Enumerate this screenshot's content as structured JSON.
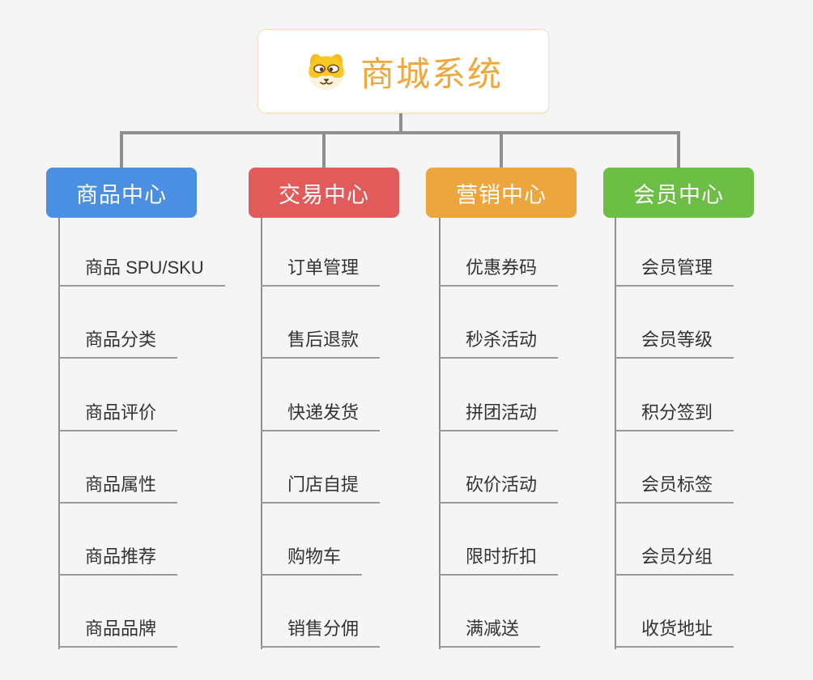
{
  "root": {
    "title": "商城系统",
    "icon": "dog-face-icon",
    "title_color": "#F0A73C",
    "border_color": "#F2C77E"
  },
  "branches": [
    {
      "label": "商品中心",
      "color": "#4B8FE2",
      "items": [
        "商品 SPU/SKU",
        "商品分类",
        "商品评价",
        "商品属性",
        "商品推荐",
        "商品品牌"
      ]
    },
    {
      "label": "交易中心",
      "color": "#E25B5B",
      "items": [
        "订单管理",
        "售后退款",
        "快递发货",
        "门店自提",
        "购物车",
        "销售分佣"
      ]
    },
    {
      "label": "营销中心",
      "color": "#EDA63D",
      "items": [
        "优惠券码",
        "秒杀活动",
        "拼团活动",
        "砍价活动",
        "限时折扣",
        "满减送"
      ]
    },
    {
      "label": "会员中心",
      "color": "#6CBE45",
      "items": [
        "会员管理",
        "会员等级",
        "积分签到",
        "会员标签",
        "会员分组",
        "收货地址"
      ]
    }
  ],
  "style": {
    "background": "#F5F5F6",
    "connector_color": "#8F8F8F",
    "item_underline_color": "#9A9A9A",
    "item_text_color": "#333333",
    "branch_text_color": "#FFFFFF"
  }
}
